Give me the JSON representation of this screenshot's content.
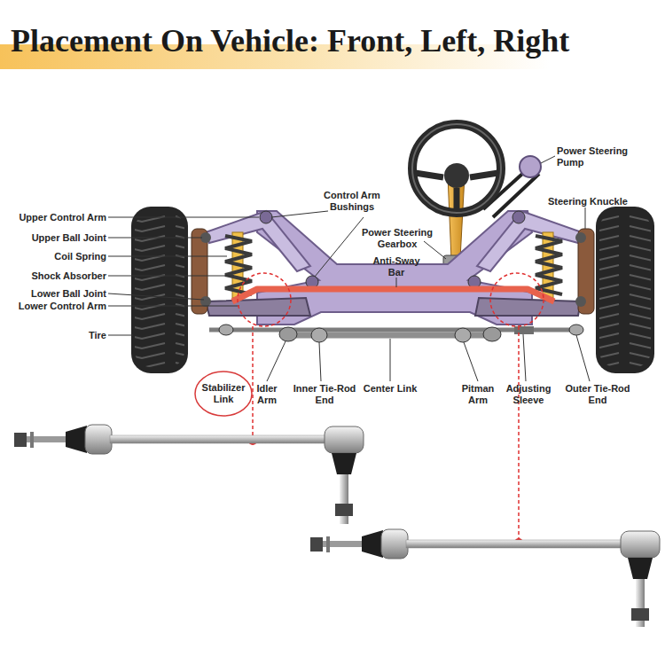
{
  "diagram": {
    "title": "Placement On Vehicle: Front, Left, Right",
    "nodes": [
      {
        "text": [
          "Stabilizer Link"
        ]
      }
    ],
    "labels": [
      "Upper Control Arm",
      "Upper Ball Joint",
      "Coil Spring",
      "Shock Absorber",
      "Lower Ball Joint",
      "Lower Control Arm",
      "Tire",
      "Control Arm Bushings",
      "Power Steering Gearbox",
      "Anti-Sway Bar",
      "Power Steering Pump",
      "Steering Knuckle",
      "Idler Arm",
      "Inner Tie-Rod End",
      "Center Link",
      "Pitman Arm",
      "Adjusting Sleeve",
      "Outer Tie-Rod End"
    ]
  }
}
